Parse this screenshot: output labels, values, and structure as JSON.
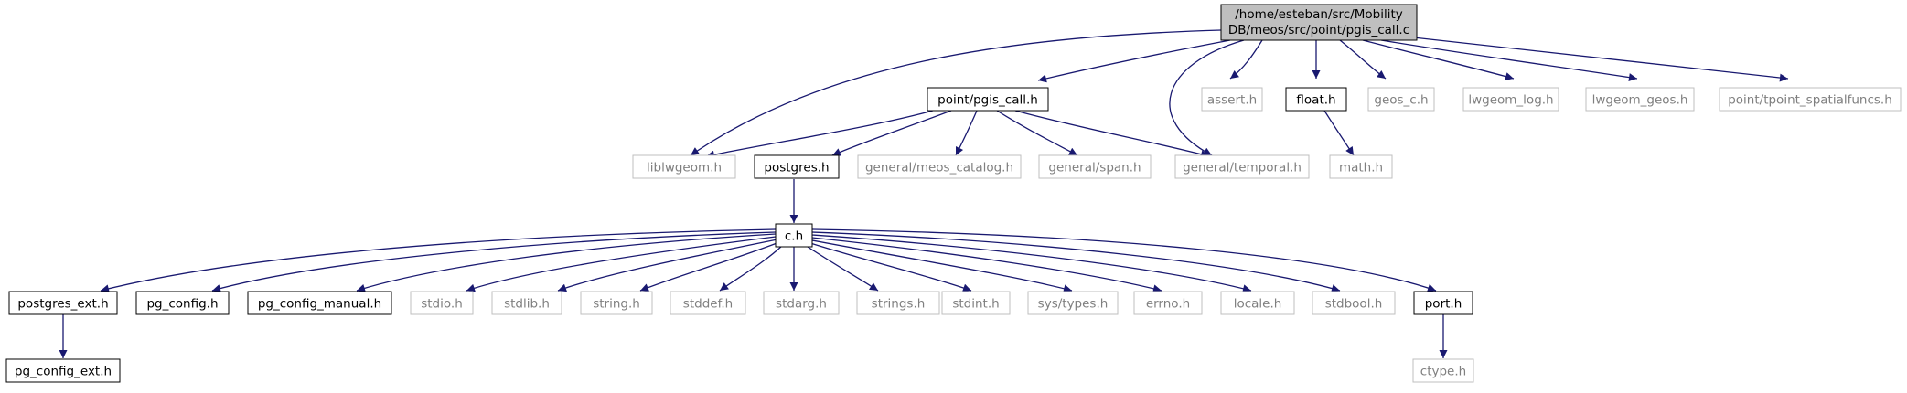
{
  "root": {
    "id": "root",
    "lines": [
      "/home/esteban/src/Mobility",
      "DB/meos/src/point/pgis_call.c"
    ]
  },
  "nodes": [
    {
      "id": "pgis_call_h",
      "label": "point/pgis_call.h",
      "documented": true
    },
    {
      "id": "assert_h",
      "label": "assert.h",
      "documented": false
    },
    {
      "id": "float_h",
      "label": "float.h",
      "documented": true
    },
    {
      "id": "geos_c_h",
      "label": "geos_c.h",
      "documented": false
    },
    {
      "id": "lwgeom_log_h",
      "label": "lwgeom_log.h",
      "documented": false
    },
    {
      "id": "lwgeom_geos_h",
      "label": "lwgeom_geos.h",
      "documented": false
    },
    {
      "id": "tpoint_spatialfuncs_h",
      "label": "point/tpoint_spatialfuncs.h",
      "documented": false
    },
    {
      "id": "liblwgeom_h",
      "label": "liblwgeom.h",
      "documented": false
    },
    {
      "id": "postgres_h",
      "label": "postgres.h",
      "documented": true
    },
    {
      "id": "meos_catalog_h",
      "label": "general/meos_catalog.h",
      "documented": false
    },
    {
      "id": "span_h",
      "label": "general/span.h",
      "documented": false
    },
    {
      "id": "temporal_h",
      "label": "general/temporal.h",
      "documented": false
    },
    {
      "id": "math_h",
      "label": "math.h",
      "documented": false
    },
    {
      "id": "c_h",
      "label": "c.h",
      "documented": true
    },
    {
      "id": "postgres_ext_h",
      "label": "postgres_ext.h",
      "documented": true
    },
    {
      "id": "pg_config_h",
      "label": "pg_config.h",
      "documented": true
    },
    {
      "id": "pg_config_manual_h",
      "label": "pg_config_manual.h",
      "documented": true
    },
    {
      "id": "stdio_h",
      "label": "stdio.h",
      "documented": false
    },
    {
      "id": "stdlib_h",
      "label": "stdlib.h",
      "documented": false
    },
    {
      "id": "string_h",
      "label": "string.h",
      "documented": false
    },
    {
      "id": "stddef_h",
      "label": "stddef.h",
      "documented": false
    },
    {
      "id": "stdarg_h",
      "label": "stdarg.h",
      "documented": false
    },
    {
      "id": "strings_h",
      "label": "strings.h",
      "documented": false
    },
    {
      "id": "stdint_h",
      "label": "stdint.h",
      "documented": false
    },
    {
      "id": "sys_types_h",
      "label": "sys/types.h",
      "documented": false
    },
    {
      "id": "errno_h",
      "label": "errno.h",
      "documented": false
    },
    {
      "id": "locale_h",
      "label": "locale.h",
      "documented": false
    },
    {
      "id": "stdbool_h",
      "label": "stdbool.h",
      "documented": false
    },
    {
      "id": "port_h",
      "label": "port.h",
      "documented": true
    },
    {
      "id": "pg_config_ext_h",
      "label": "pg_config_ext.h",
      "documented": true
    },
    {
      "id": "ctype_h",
      "label": "ctype.h",
      "documented": false
    }
  ],
  "edges": [
    [
      "root",
      "pgis_call_h"
    ],
    [
      "root",
      "assert_h"
    ],
    [
      "root",
      "float_h"
    ],
    [
      "root",
      "geos_c_h"
    ],
    [
      "root",
      "lwgeom_log_h"
    ],
    [
      "root",
      "lwgeom_geos_h"
    ],
    [
      "root",
      "tpoint_spatialfuncs_h"
    ],
    [
      "root",
      "liblwgeom_h"
    ],
    [
      "root",
      "temporal_h"
    ],
    [
      "pgis_call_h",
      "liblwgeom_h"
    ],
    [
      "pgis_call_h",
      "postgres_h"
    ],
    [
      "pgis_call_h",
      "meos_catalog_h"
    ],
    [
      "pgis_call_h",
      "span_h"
    ],
    [
      "pgis_call_h",
      "temporal_h"
    ],
    [
      "float_h",
      "math_h"
    ],
    [
      "postgres_h",
      "c_h"
    ],
    [
      "c_h",
      "postgres_ext_h"
    ],
    [
      "c_h",
      "pg_config_h"
    ],
    [
      "c_h",
      "pg_config_manual_h"
    ],
    [
      "c_h",
      "stdio_h"
    ],
    [
      "c_h",
      "stdlib_h"
    ],
    [
      "c_h",
      "string_h"
    ],
    [
      "c_h",
      "stddef_h"
    ],
    [
      "c_h",
      "stdarg_h"
    ],
    [
      "c_h",
      "strings_h"
    ],
    [
      "c_h",
      "stdint_h"
    ],
    [
      "c_h",
      "sys_types_h"
    ],
    [
      "c_h",
      "errno_h"
    ],
    [
      "c_h",
      "locale_h"
    ],
    [
      "c_h",
      "stdbool_h"
    ],
    [
      "c_h",
      "port_h"
    ],
    [
      "postgres_ext_h",
      "pg_config_ext_h"
    ],
    [
      "port_h",
      "ctype_h"
    ]
  ],
  "colors": {
    "root_fill": "#bfbfbf",
    "documented_border": "#000000",
    "undocumented_border": "#bfbfbf",
    "undocumented_text": "#7f7f7f",
    "text": "#000000",
    "edge": "#191970"
  }
}
